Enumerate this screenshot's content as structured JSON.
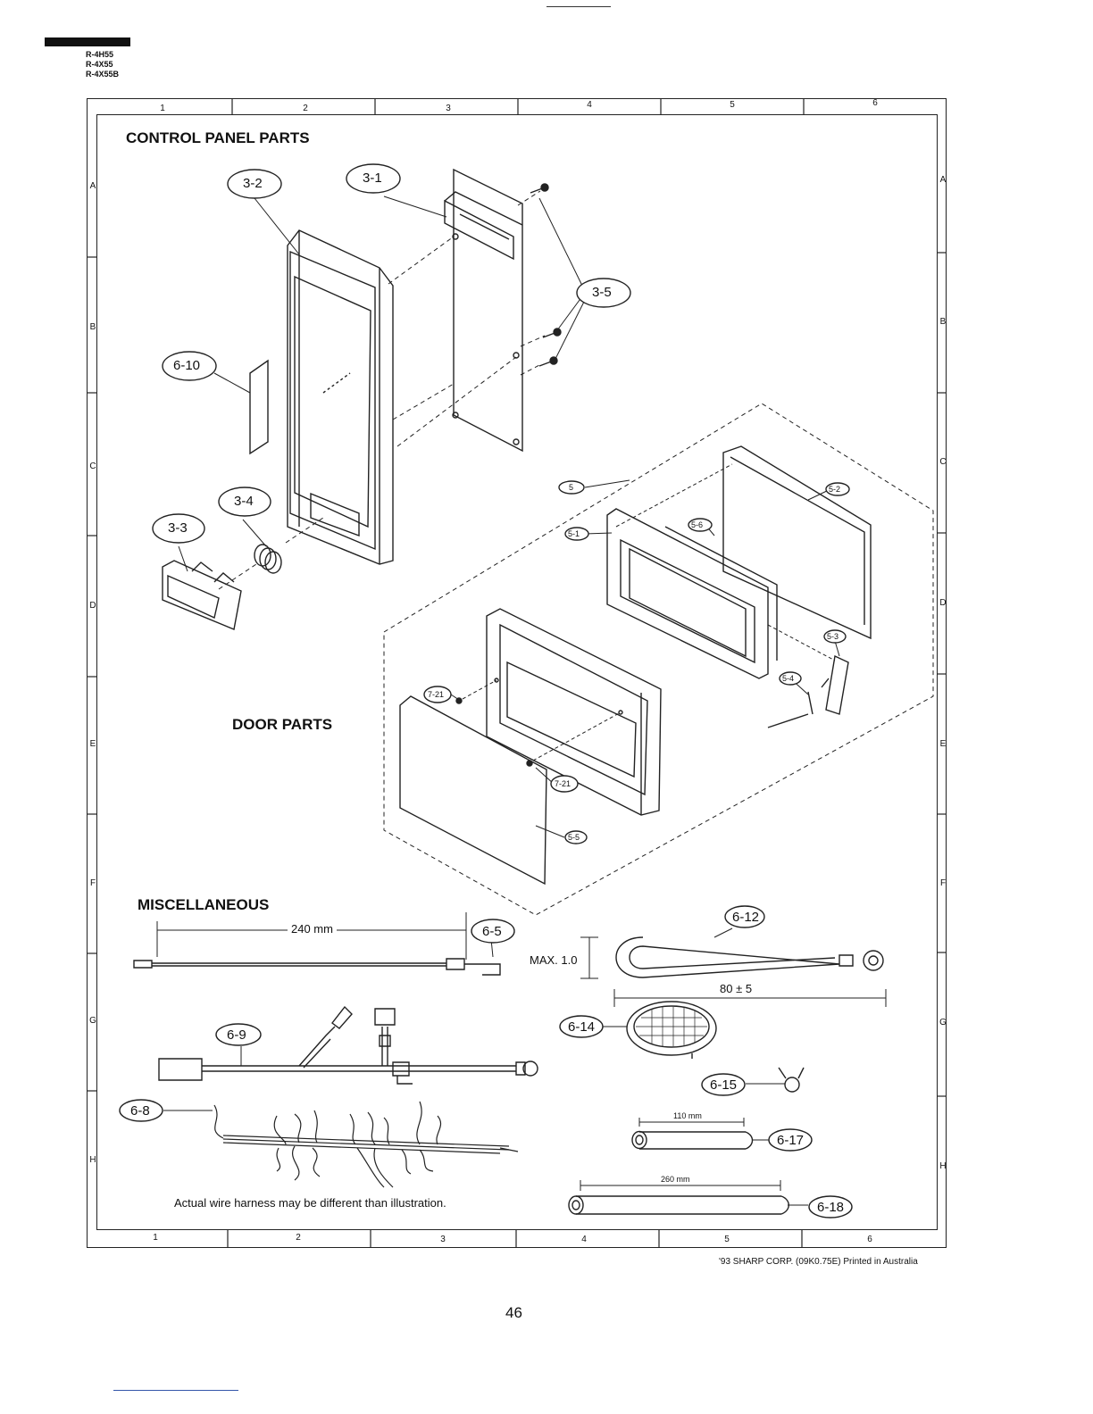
{
  "header": {
    "models": [
      "R-4H55",
      "R-4X55",
      "R-4X55B"
    ]
  },
  "grid": {
    "columns": [
      "1",
      "2",
      "3",
      "4",
      "5",
      "6"
    ],
    "rows": [
      "A",
      "B",
      "C",
      "D",
      "E",
      "F",
      "G",
      "H"
    ]
  },
  "sections": {
    "control_panel": "CONTROL PANEL PARTS",
    "door": "DOOR PARTS",
    "misc": "MISCELLANEOUS"
  },
  "callouts": {
    "c3_1": "3-1",
    "c3_2": "3-2",
    "c3_3": "3-3",
    "c3_4": "3-4",
    "c3_5": "3-5",
    "c6_10": "6-10",
    "c5": "5",
    "c5_1": "5-1",
    "c5_2": "5-2",
    "c5_3": "5-3",
    "c5_4": "5-4",
    "c5_5": "5-5",
    "c5_6": "5-6",
    "c7_21a": "7-21",
    "c7_21b": "7-21",
    "c6_5": "6-5",
    "c6_8": "6-8",
    "c6_9": "6-9",
    "c6_12": "6-12",
    "c6_14": "6-14",
    "c6_15": "6-15",
    "c6_17": "6-17",
    "c6_18": "6-18"
  },
  "dimensions": {
    "wire_length": "240 mm",
    "max": "MAX. 1.0",
    "loop_length": "80 ± 5",
    "tube_short": "110 mm",
    "tube_long": "260 mm"
  },
  "notes": {
    "harness": "Actual wire harness may be different than illustration."
  },
  "footer": {
    "copyright": "'93 SHARP CORP. (09K0.75E) Printed in Australia",
    "page": "46"
  }
}
